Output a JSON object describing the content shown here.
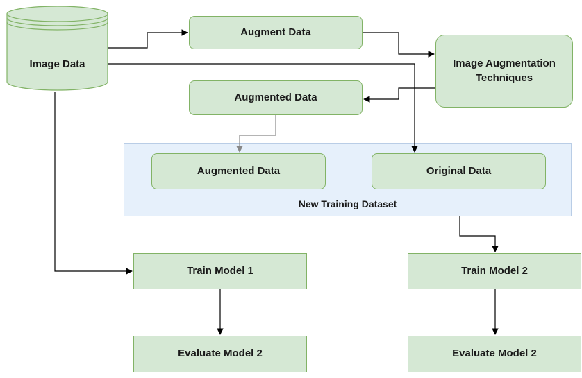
{
  "nodes": {
    "image_data": "Image Data",
    "augment_data": "Augment Data",
    "augmentation_techniques": "Image Augmentation Techniques",
    "augmented_data_top": "Augmented Data",
    "augmented_data_inner": "Augmented Data",
    "original_data": "Original Data",
    "train_model_1": "Train Model 1",
    "train_model_2": "Train Model 2",
    "evaluate_model_left": "Evaluate Model 2",
    "evaluate_model_right": "Evaluate Model 2"
  },
  "container": {
    "label": "New Training Dataset"
  },
  "colors": {
    "node_fill": "#d5e8d4",
    "node_stroke": "#82b366",
    "container_fill": "#e6f0fb",
    "container_stroke": "#b9cde6",
    "edge": "#000000",
    "edge_muted": "#888888"
  }
}
